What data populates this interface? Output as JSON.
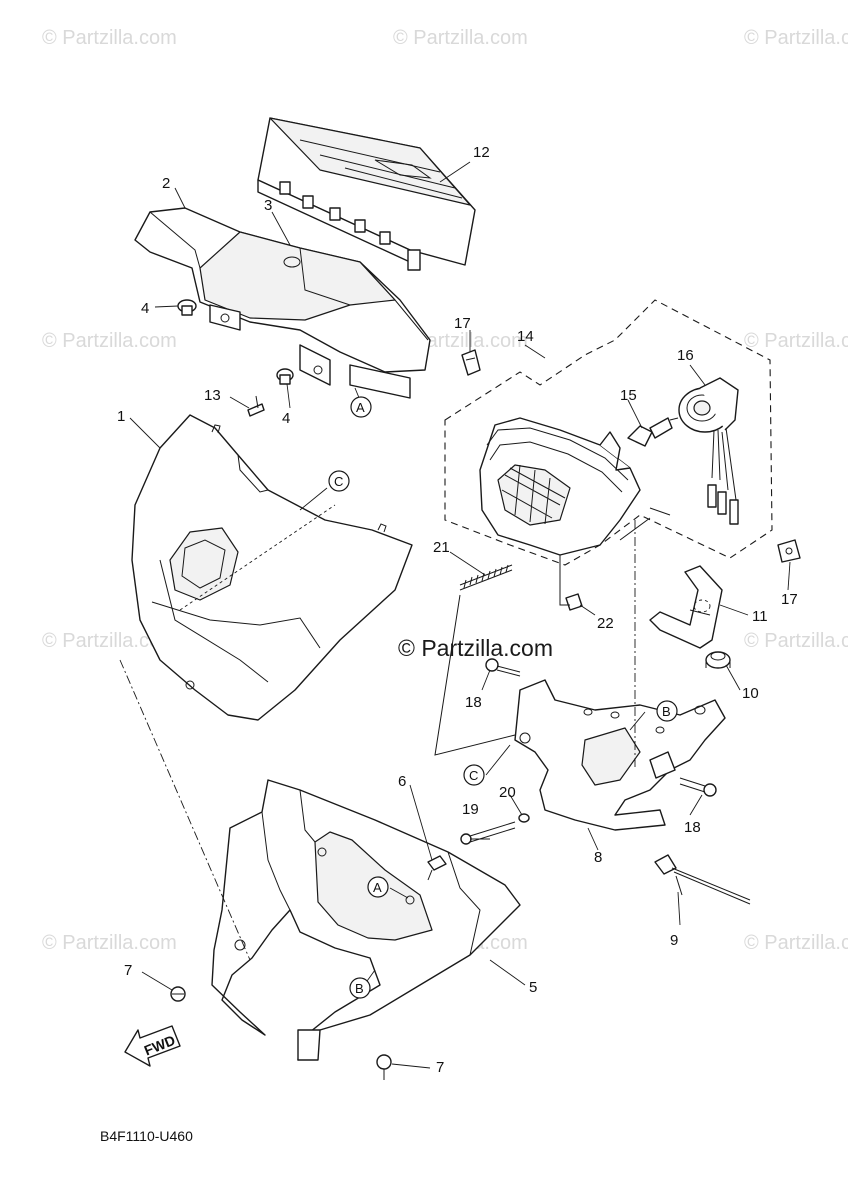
{
  "watermarks": {
    "corner_text": "© Partzilla.com",
    "center_text": "© Partzilla.com"
  },
  "diagram_code": "B4F1110-U460",
  "fwd_label": "FWD",
  "callouts": {
    "c1": "1",
    "c2": "2",
    "c3": "3",
    "c4a": "4",
    "c4b": "4",
    "c5": "5",
    "c6": "6",
    "c7a": "7",
    "c7b": "7",
    "c8": "8",
    "c9": "9",
    "c10": "10",
    "c11": "11",
    "c12": "12",
    "c13": "13",
    "c14": "14",
    "c15": "15",
    "c16": "16",
    "c17a": "17",
    "c17b": "17",
    "c18a": "18",
    "c18b": "18",
    "c19": "19",
    "c20": "20",
    "c21": "21",
    "c22": "22"
  },
  "reference_marks": {
    "a1": "A",
    "a2": "A",
    "b1": "B",
    "b2": "B",
    "c1": "C",
    "c2": "C"
  }
}
